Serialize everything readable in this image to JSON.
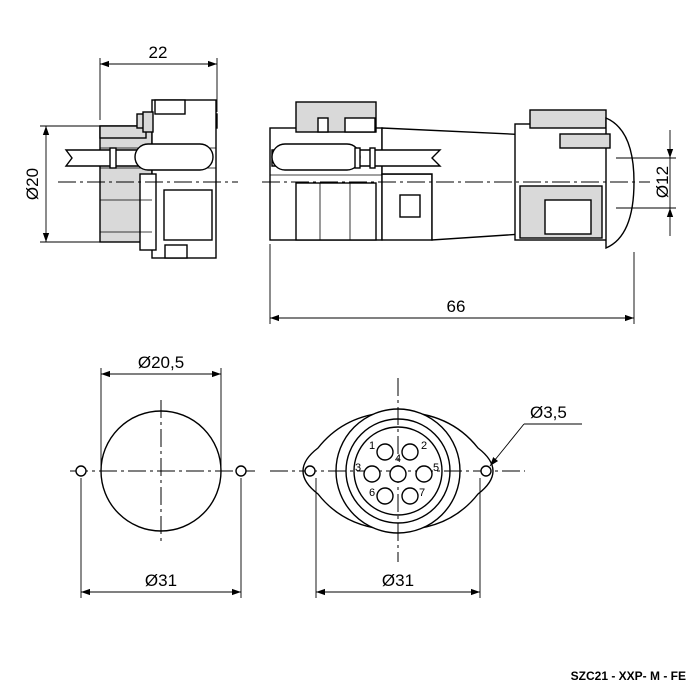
{
  "dimensions": {
    "side_length_left": "22",
    "side_diameter_left": "Ø20",
    "side_diameter_right": "Ø12",
    "total_length": "66",
    "front_inner_diameter": "Ø20,5",
    "front_outer_left": "Ø31",
    "front_outer_right": "Ø31",
    "mount_hole": "Ø3,5"
  },
  "pins": [
    "1",
    "2",
    "3",
    "4",
    "5",
    "6",
    "7"
  ],
  "part_code": "SZC21 - XXP- M - FE"
}
